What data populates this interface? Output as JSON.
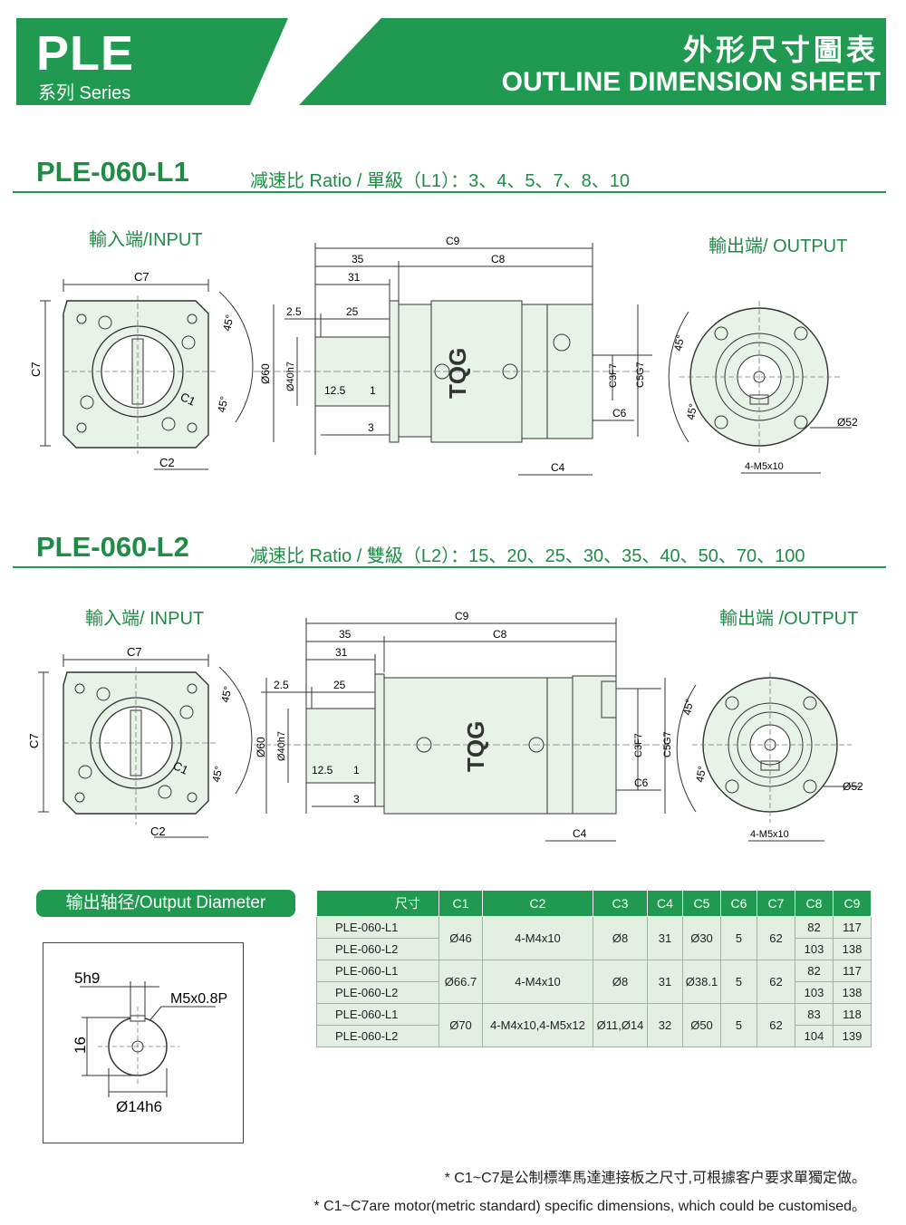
{
  "header": {
    "series_code": "PLE",
    "series_label": "系列 Series",
    "title_cn": "外形尺寸圖表",
    "title_en": "OUTLINE DIMENSION SHEET"
  },
  "sections": [
    {
      "model": "PLE-060-L1",
      "ratio": "减速比 Ratio / 單級（L1）：3、4、5、7、8、10",
      "input_label": "輸入端/INPUT",
      "output_label": "輸出端/ OUTPUT"
    },
    {
      "model": "PLE-060-L2",
      "ratio": "减速比 Ratio / 雙級（L2）：15、20、25、30、35、40、50、70、100",
      "input_label": "輸入端/ INPUT",
      "output_label": "輸出端 /OUTPUT"
    }
  ],
  "dims": {
    "C1": "C1",
    "C2": "C2",
    "C3": "C3F7",
    "C4": "C4",
    "C5": "C5G7",
    "C6": "C6",
    "C7": "C7",
    "C8": "C8",
    "C9": "C9",
    "d35": "35",
    "d31": "31",
    "d25": "25",
    "d2_5": "2.5",
    "d12_5": "12.5",
    "d1": "1",
    "d3": "3",
    "dia60": "Ø60",
    "dia40": "Ø40h7",
    "dia52": "Ø52",
    "screws": "4-M5x10",
    "angle": "45°",
    "brand": "TQG"
  },
  "output_diameter": {
    "title": "输出轴径/Output Diameter",
    "key": "5h9",
    "height": "16",
    "thread": "M5x0.8P",
    "diameter": "Ø14h6"
  },
  "table": {
    "headers": [
      "尺寸",
      "C1",
      "C2",
      "C3",
      "C4",
      "C5",
      "C6",
      "C7",
      "C8",
      "C9"
    ],
    "groups": [
      {
        "models": [
          "PLE-060-L1",
          "PLE-060-L2"
        ],
        "C1": "Ø46",
        "C2": "4-M4x10",
        "C3": "Ø8",
        "C4": "31",
        "C5": "Ø30",
        "C6": "5",
        "C7": "62",
        "C8": [
          "82",
          "103"
        ],
        "C9": [
          "117",
          "138"
        ]
      },
      {
        "models": [
          "PLE-060-L1",
          "PLE-060-L2"
        ],
        "C1": "Ø66.7",
        "C2": "4-M4x10",
        "C3": "Ø8",
        "C4": "31",
        "C5": "Ø38.1",
        "C6": "5",
        "C7": "62",
        "C8": [
          "82",
          "103"
        ],
        "C9": [
          "117",
          "138"
        ]
      },
      {
        "models": [
          "PLE-060-L1",
          "PLE-060-L2"
        ],
        "C1": "Ø70",
        "C2": "4-M4x10,4-M5x12",
        "C3": "Ø11,Ø14",
        "C4": "32",
        "C5": "Ø50",
        "C6": "5",
        "C7": "62",
        "C8": [
          "83",
          "104"
        ],
        "C9": [
          "118",
          "139"
        ]
      }
    ]
  },
  "notes": {
    "cn": "* C1~C7是公制標準馬達連接板之尺寸,可根據客户要求單獨定做。",
    "en": "* C1~C7are motor(metric standard) specific dimensions, which could be customised。"
  },
  "colors": {
    "brand_green": "#1f9a50",
    "body_fill": "#e8f3e8",
    "table_fill": "#e2efe2"
  }
}
